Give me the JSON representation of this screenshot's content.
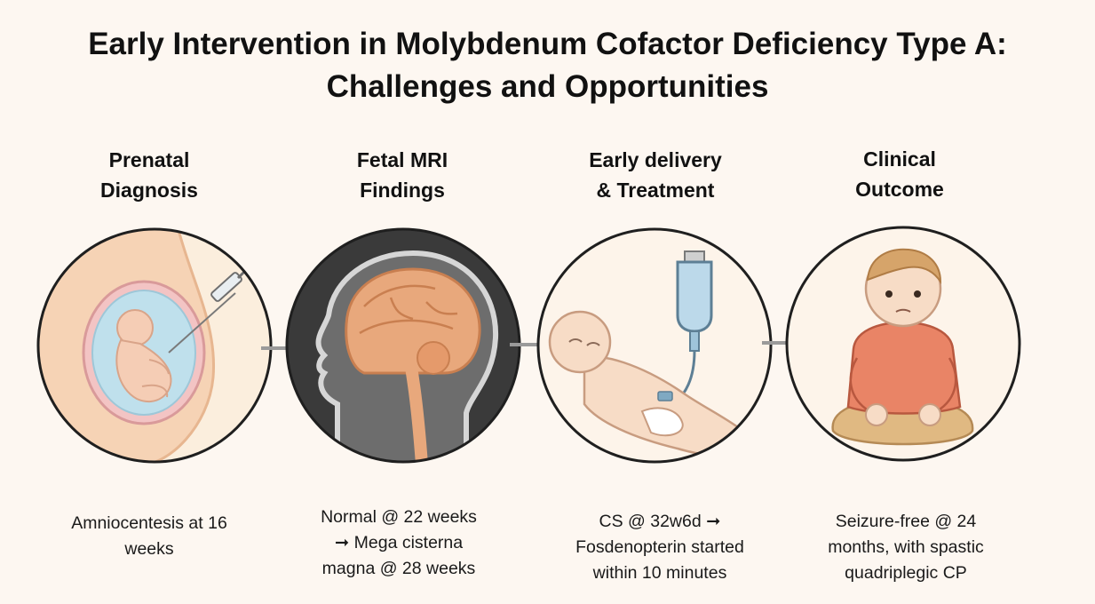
{
  "title": {
    "line1": "Early Intervention in Molybdenum Cofactor Deficiency Type A:",
    "line2": "Challenges and Opportunities"
  },
  "stages": [
    {
      "heading": [
        "Prenatal",
        "Diagnosis"
      ],
      "icon": "pregnant-abdomen-amniocentesis-icon",
      "caption": [
        "Amniocentesis at 16",
        "weeks"
      ]
    },
    {
      "heading": [
        "Fetal MRI",
        "Findings"
      ],
      "icon": "brain-mri-head-icon",
      "caption": [
        "Normal @ 22 weeks",
        "➞ Mega cisterna",
        "magna @ 28 weeks"
      ]
    },
    {
      "heading": [
        "Early delivery",
        "& Treatment"
      ],
      "icon": "newborn-iv-infusion-icon",
      "caption": [
        "CS @ 32w6d ➞",
        "Fosdenopterin started",
        "within 10 minutes"
      ]
    },
    {
      "heading": [
        "Clinical",
        "Outcome"
      ],
      "icon": "sitting-toddler-icon",
      "caption": [
        "Seizure-free @ 24",
        "months, with spastic",
        "quadriplegic CP"
      ]
    }
  ],
  "colors": {
    "background": "#fdf7f1",
    "circle_border": "#1f1f1f",
    "arrow": "#9a9a9a",
    "amniotic_fluid": "#bfe0ec",
    "mri_background": "#3a3a3a",
    "brain": "#e8a87c",
    "iv_bag": "#bcd9ea",
    "sweater": "#e98466"
  }
}
